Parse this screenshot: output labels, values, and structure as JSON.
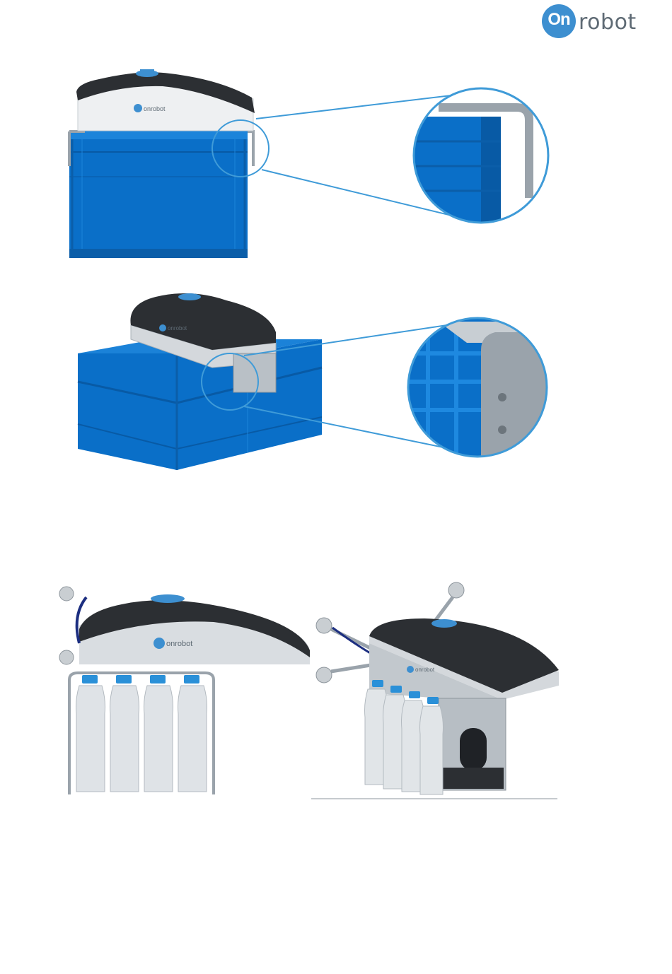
{
  "header": {
    "logo_mark": "On",
    "logo_text": "robot"
  },
  "figures": [
    {
      "product_label": "onrobot"
    },
    {
      "product_label": "onrobot"
    },
    {
      "product_label": "onrobot"
    },
    {
      "product_label": "onrobot"
    }
  ],
  "colors": {
    "brand_blue": "#3d8fd0",
    "crate_blue": "#0a6fc8",
    "gripper_dark": "#2c2f33",
    "gripper_silver": "#d4d8dc",
    "callout_line": "#3f9bd8"
  }
}
